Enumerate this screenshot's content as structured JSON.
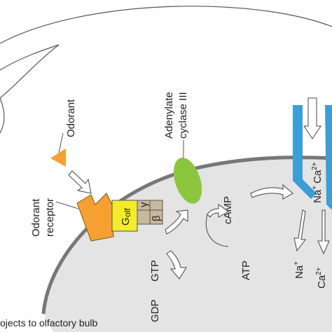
{
  "labels": {
    "odorant": "Odorant",
    "odorant_receptor_line1": "Odorant",
    "odorant_receptor_line2": "receptor",
    "g_olf_g": "G",
    "g_olf_sub": "olf",
    "gamma": "γ",
    "beta": "β",
    "adenylate_line1": "Adenylate",
    "adenylate_line2": "cyclase III",
    "camp": "cAMP",
    "atp": "ATP",
    "gtp": "GTP",
    "gdp": "GDP",
    "na_out": "Na",
    "na_out_sup": "+",
    "ca_out": "Ca",
    "ca_out_sup": "2+",
    "channel_na": "Na",
    "channel_na_sup": "+",
    "channel_ca": "Ca",
    "channel_ca_sup": "2+",
    "bottom_caption": "ojects to olfactory bulb"
  },
  "colors": {
    "odorant": "#f5a030",
    "receptor": "#f5a030",
    "g_olf": "#f4ec2a",
    "gamma_beta": "#c8b89c",
    "adenylate_cyclase": "#8cc63f",
    "channel": "#3a9fd8",
    "cell_fill": "#e4e4e4",
    "membrane": "#777777",
    "outline": "#555555"
  }
}
